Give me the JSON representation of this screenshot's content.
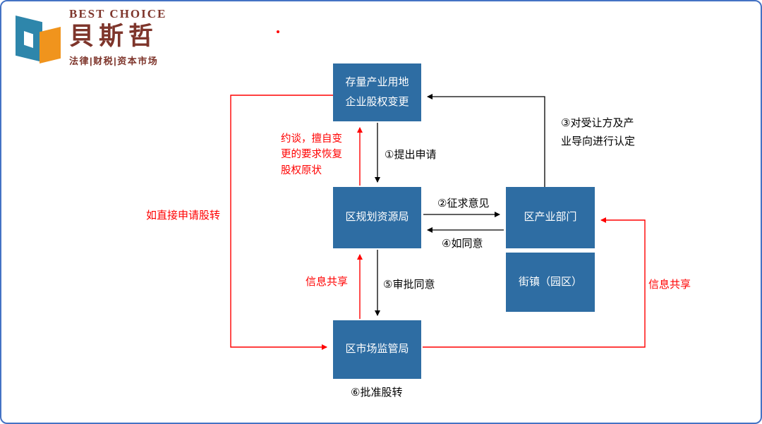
{
  "logo": {
    "brand_en": "BEST CHOICE",
    "brand_cn": "貝斯哲",
    "tagline": "法律|财税|资本市场"
  },
  "nodes": {
    "stock_land": "存量产业用地\n企业股权变更",
    "planning_bureau": "区规划资源局",
    "industry_dept": "区产业部门",
    "town_park": "街镇（园区）",
    "market_bureau": "区市场监管局"
  },
  "labels": {
    "step1": "①提出申请",
    "step2": "②征求意见",
    "step3": "③对受让方及产\n业导向进行认定",
    "step4": "④如同意",
    "step5": "⑤审批同意",
    "step6": "⑥批准股转",
    "warn": "约谈，擅自变\n更的要求恢复\n股权原状",
    "direct": "如直接申请股转",
    "share_left": "信息共享",
    "share_right": "信息共享"
  },
  "colors": {
    "node_fill": "#2E6DA3",
    "line_black": "#000000",
    "line_red": "#FF0000",
    "logo_text": "#7E352B",
    "border": "#4472C4"
  }
}
